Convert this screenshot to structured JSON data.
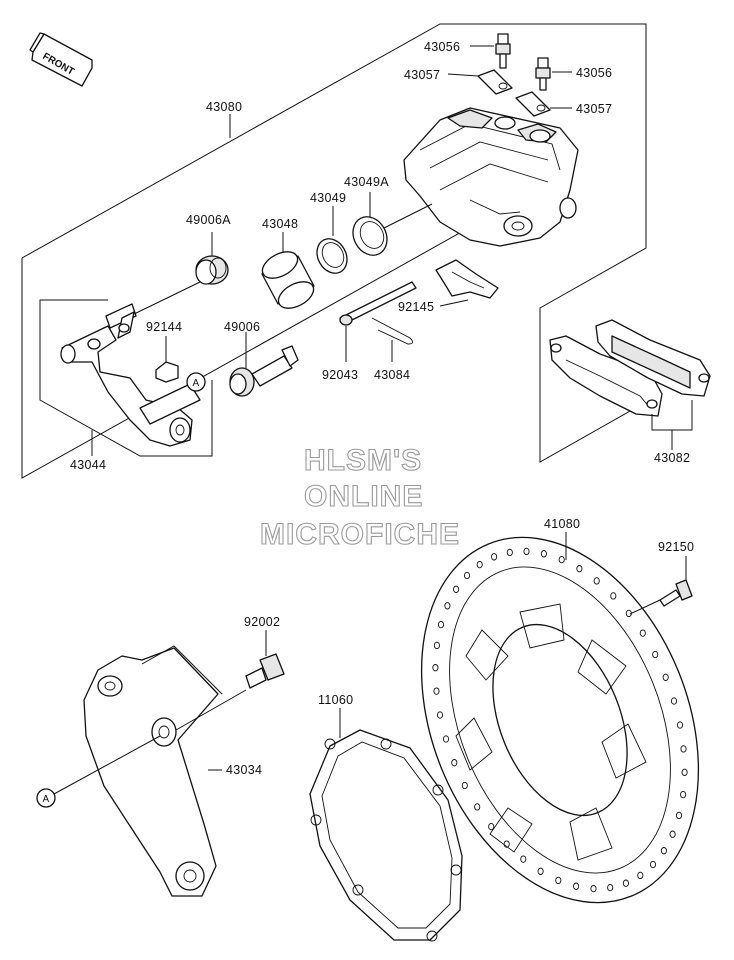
{
  "orientation": {
    "front_label": "FRONT"
  },
  "watermark": {
    "line1": "HLSM'S",
    "line2": "ONLINE",
    "line3": "MICROFICHE"
  },
  "reference_marker": "A",
  "labels": {
    "p43056a": "43056",
    "p43056b": "43056",
    "p43057a": "43057",
    "p43057b": "43057",
    "p43080": "43080",
    "p43049A": "43049A",
    "p43049": "43049",
    "p43048": "43048",
    "p49006A": "49006A",
    "p92144": "92144",
    "p49006": "49006",
    "p92145": "92145",
    "p92043": "92043",
    "p43084": "43084",
    "p43044": "43044",
    "p43082": "43082",
    "p41080": "41080",
    "p92150": "92150",
    "p92002": "92002",
    "p11060": "11060",
    "p43034": "43034"
  }
}
